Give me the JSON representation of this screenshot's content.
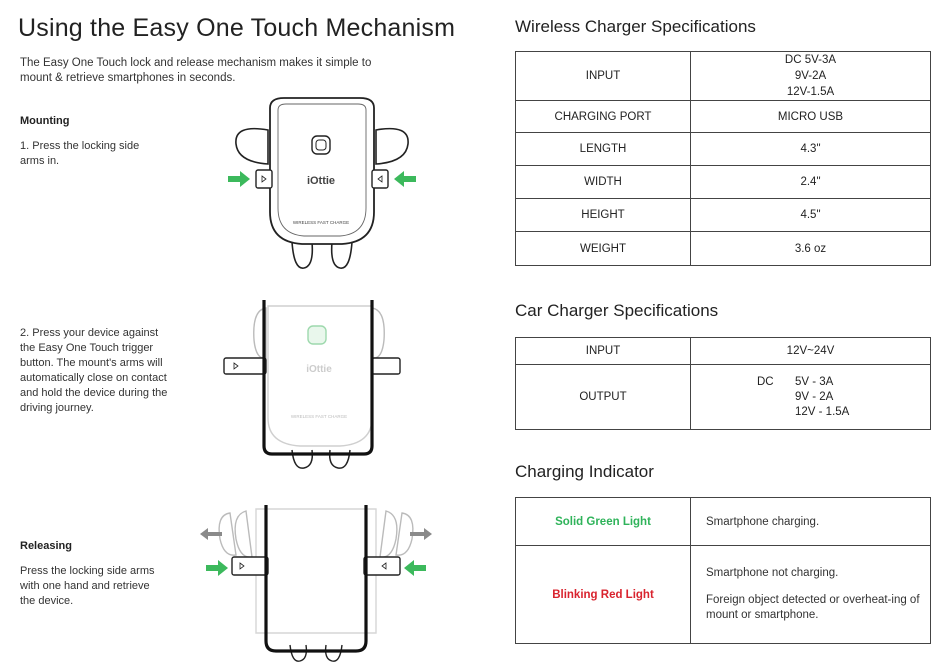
{
  "title": "Using the Easy One Touch Mechanism",
  "intro": "The Easy One Touch lock and release mechanism makes it simple to mount & retrieve smartphones in seconds.",
  "mounting": {
    "heading": "Mounting",
    "step1": "1. Press the locking side arms in.",
    "step2": "2. Press your device against the Easy One Touch trigger button. The mount's arms will automatically close on contact and hold the device during the driving journey."
  },
  "releasing": {
    "heading": "Releasing",
    "text": "Press the locking side arms with one hand and retrieve the device."
  },
  "device": {
    "brand": "iOttie",
    "badge": "WIRELESS FAST CHARGE"
  },
  "wireless": {
    "heading": "Wireless Charger Specifications",
    "rows": [
      {
        "label": "INPUT",
        "value_lines": [
          "DC 5V-3A",
          "9V-2A",
          "12V-1.5A"
        ]
      },
      {
        "label": "CHARGING PORT",
        "value": "MICRO USB"
      },
      {
        "label": "LENGTH",
        "value": "4.3\""
      },
      {
        "label": "WIDTH",
        "value": "2.4\""
      },
      {
        "label": "HEIGHT",
        "value": "4.5\""
      },
      {
        "label": "WEIGHT",
        "value": "3.6 oz"
      }
    ]
  },
  "car": {
    "heading": "Car Charger Specifications",
    "input_label": "INPUT",
    "input_value": "12V~24V",
    "output_label": "OUTPUT",
    "output_prefix": "DC",
    "output_values": [
      "5V - 3A",
      "9V - 2A",
      "12V - 1.5A"
    ]
  },
  "indicator": {
    "heading": "Charging Indicator",
    "green_label": "Solid Green Light",
    "green_text": "Smartphone charging.",
    "red_label": "Blinking Red Light",
    "red_text1": "Smartphone not charging.",
    "red_text2": "Foreign object detected or overheat-ing of mount or smartphone."
  },
  "colors": {
    "green": "#2fb35a",
    "red": "#d9232e",
    "arrow_green": "#3cb95c",
    "arrow_gray": "#8a8a8a"
  }
}
